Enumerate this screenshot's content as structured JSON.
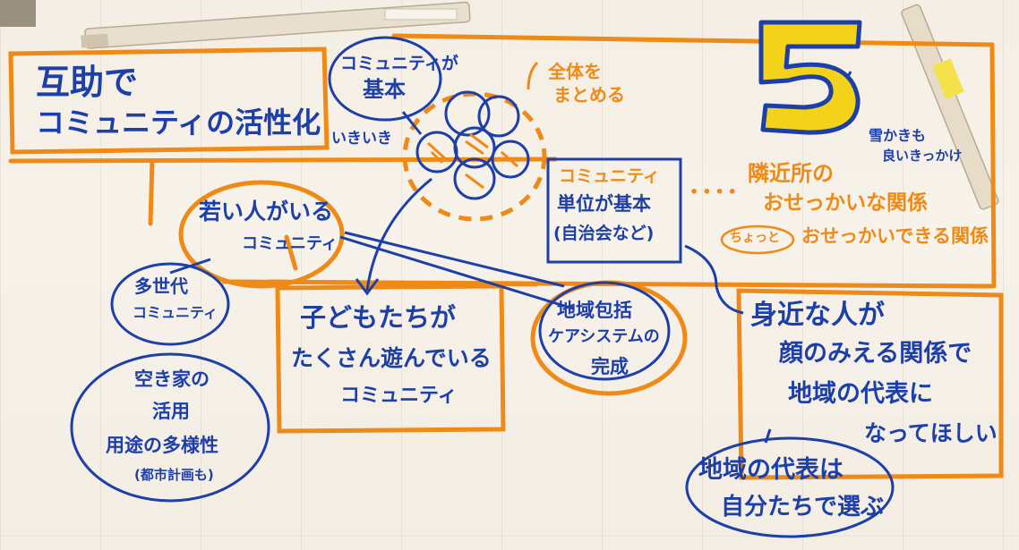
{
  "title": {
    "line1": "互助で",
    "line2": "コミュニティの活性化"
  },
  "bubble_top": {
    "line1": "コミュニティが",
    "line2": "基本"
  },
  "ikiiki": "いきいき",
  "zentai": {
    "line1": "全体を",
    "line2": "まとめる"
  },
  "community_unit": {
    "line1": "コミュニティ",
    "line2": "単位が基本",
    "line3": "(自治会など)"
  },
  "big_number": "5",
  "yukikaki": {
    "line1": "雪かきも",
    "line2": "良いきっかけ"
  },
  "neighbors": {
    "line1": "隣近所の",
    "line2": "おせっかいな関係",
    "line3": "おせっかいできる関係"
  },
  "chotto": "ちょっと",
  "dots": "••••",
  "young": {
    "line1": "若い人がいる",
    "line2": "コミュニティ"
  },
  "multigen": {
    "line1": "多世代",
    "line2": "コミュニティ"
  },
  "akiya": {
    "line1": "空き家の",
    "line2": "活用",
    "line3": "用途の多様性",
    "line4": "(都市計画も)"
  },
  "children": {
    "line1": "子どもたちが",
    "line2": "たくさん遊んでいる",
    "line3": "コミュニティ"
  },
  "chiiki_care": {
    "line1": "地域包括",
    "line2": "ケアシステムの",
    "line3": "完成"
  },
  "rep": {
    "line1": "身近な人が",
    "line2": "顔のみえる関係で",
    "line3": "地域の代表に",
    "line4": "なってほしい"
  },
  "choose": {
    "line1": "地域の代表は",
    "line2": "自分たちで選ぶ"
  },
  "colors": {
    "orange": "#f08a16",
    "blue": "#1d3fa8",
    "yellow": "#f5d21a"
  }
}
